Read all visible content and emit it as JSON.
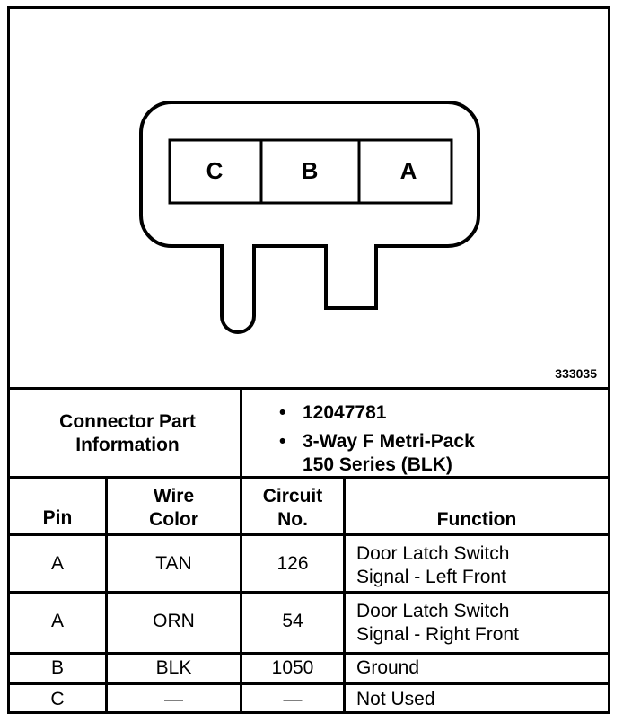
{
  "connector": {
    "cavities": [
      "C",
      "B",
      "A"
    ],
    "figure_id": "333035"
  },
  "part_info": {
    "label_line1": "Connector Part",
    "label_line2": "Information",
    "items": [
      "12047781",
      "3-Way F Metri-Pack"
    ],
    "item2_cont": "150 Series (BLK)"
  },
  "table": {
    "headers": {
      "pin": "Pin",
      "wire_1": "Wire",
      "wire_2": "Color",
      "circuit_1": "Circuit",
      "circuit_2": "No.",
      "function": "Function"
    },
    "rows": [
      {
        "pin": "A",
        "color": "TAN",
        "circuit": "126",
        "function_1": "Door Latch Switch",
        "function_2": "Signal - Left Front"
      },
      {
        "pin": "A",
        "color": "ORN",
        "circuit": "54",
        "function_1": "Door Latch Switch",
        "function_2": "Signal - Right Front"
      },
      {
        "pin": "B",
        "color": "BLK",
        "circuit": "1050",
        "function_1": "Ground",
        "function_2": ""
      },
      {
        "pin": "C",
        "color": "—",
        "circuit": "—",
        "function_1": "Not Used",
        "function_2": ""
      }
    ]
  }
}
